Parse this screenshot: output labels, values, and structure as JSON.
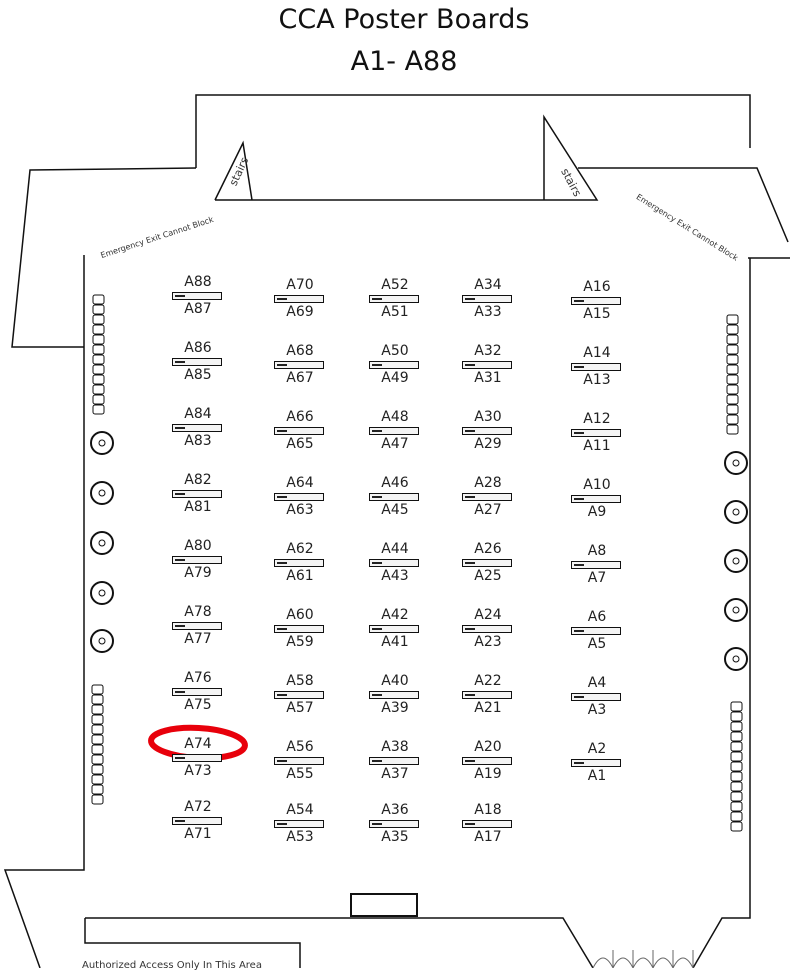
{
  "title_line1": "CCA Poster Boards",
  "title_line2": "A1- A88",
  "stairs_left": "stairs",
  "stairs_right": "stairs",
  "exit_left": "Emergency Exit Cannot Block",
  "exit_right": "Emergency Exit Cannot Block",
  "authorized_note": "Authorized Access Only In This Area",
  "highlight_color": "#e8000b",
  "highlighted_board": "A74",
  "columns": [
    [
      [
        "A88",
        "A87"
      ],
      [
        "A86",
        "A85"
      ],
      [
        "A84",
        "A83"
      ],
      [
        "A82",
        "A81"
      ],
      [
        "A80",
        "A79"
      ],
      [
        "A78",
        "A77"
      ],
      [
        "A76",
        "A75"
      ],
      [
        "A74",
        "A73"
      ],
      [
        "A72",
        "A71"
      ]
    ],
    [
      [
        "A70",
        "A69"
      ],
      [
        "A68",
        "A67"
      ],
      [
        "A66",
        "A65"
      ],
      [
        "A64",
        "A63"
      ],
      [
        "A62",
        "A61"
      ],
      [
        "A60",
        "A59"
      ],
      [
        "A58",
        "A57"
      ],
      [
        "A56",
        "A55"
      ],
      [
        "A54",
        "A53"
      ]
    ],
    [
      [
        "A52",
        "A51"
      ],
      [
        "A50",
        "A49"
      ],
      [
        "A48",
        "A47"
      ],
      [
        "A46",
        "A45"
      ],
      [
        "A44",
        "A43"
      ],
      [
        "A42",
        "A41"
      ],
      [
        "A40",
        "A39"
      ],
      [
        "A38",
        "A37"
      ],
      [
        "A36",
        "A35"
      ]
    ],
    [
      [
        "A34",
        "A33"
      ],
      [
        "A32",
        "A31"
      ],
      [
        "A30",
        "A29"
      ],
      [
        "A28",
        "A27"
      ],
      [
        "A26",
        "A25"
      ],
      [
        "A24",
        "A23"
      ],
      [
        "A22",
        "A21"
      ],
      [
        "A20",
        "A19"
      ],
      [
        "A18",
        "A17"
      ]
    ],
    [
      [
        "A16",
        "A15"
      ],
      [
        "A14",
        "A13"
      ],
      [
        "A12",
        "A11"
      ],
      [
        "A10",
        "A9"
      ],
      [
        "A8",
        "A7"
      ],
      [
        "A6",
        "A5"
      ],
      [
        "A4",
        "A3"
      ],
      [
        "A2",
        "A1"
      ]
    ]
  ]
}
